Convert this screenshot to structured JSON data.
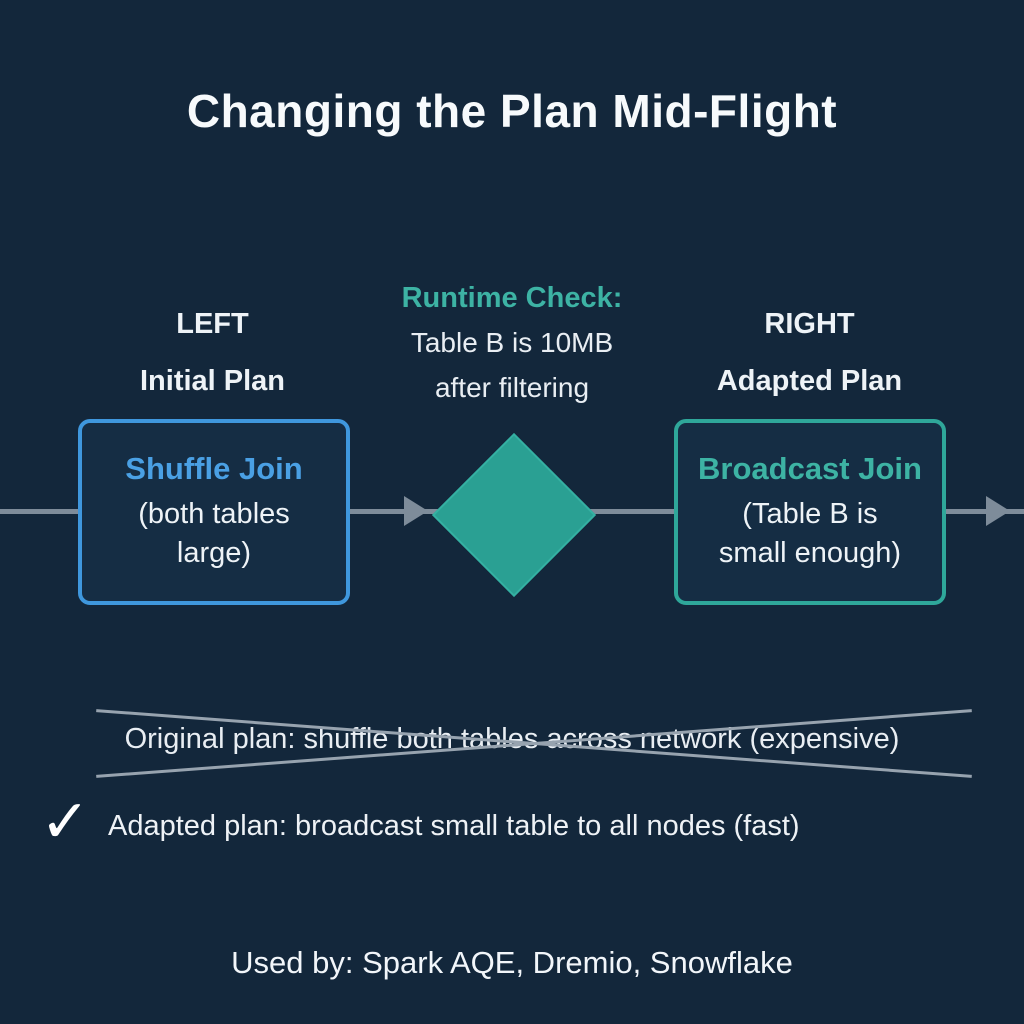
{
  "title": "Changing the Plan Mid-Flight",
  "columns": {
    "left": {
      "label": "LEFT",
      "sublabel": "Initial Plan"
    },
    "center": {
      "label": "Runtime Check:",
      "line1": "Table B is 10MB",
      "line2": "after filtering"
    },
    "right": {
      "label": "RIGHT",
      "sublabel": "Adapted Plan"
    }
  },
  "flow": {
    "left_box": {
      "title": "Shuffle Join",
      "subtitle": "(both tables large)"
    },
    "diamond": {
      "meaning": "runtime-check-decision"
    },
    "right_box": {
      "title": "Broadcast Join",
      "subtitle": "(Table B is small enough)"
    }
  },
  "notes": {
    "rejected": "Original plan: shuffle both tables across network (expensive)",
    "check_icon": "✓",
    "accepted": "Adapted plan: broadcast small table to all nodes (fast)"
  },
  "footer": "Used by: Spark AQE, Dremio, Snowflake",
  "colors": {
    "background": "#13273b",
    "blue_accent": "#3f97dd",
    "teal_accent": "#2fa79a",
    "arrow_gray": "#7e8c9a",
    "text_white": "#f2f6fa"
  }
}
